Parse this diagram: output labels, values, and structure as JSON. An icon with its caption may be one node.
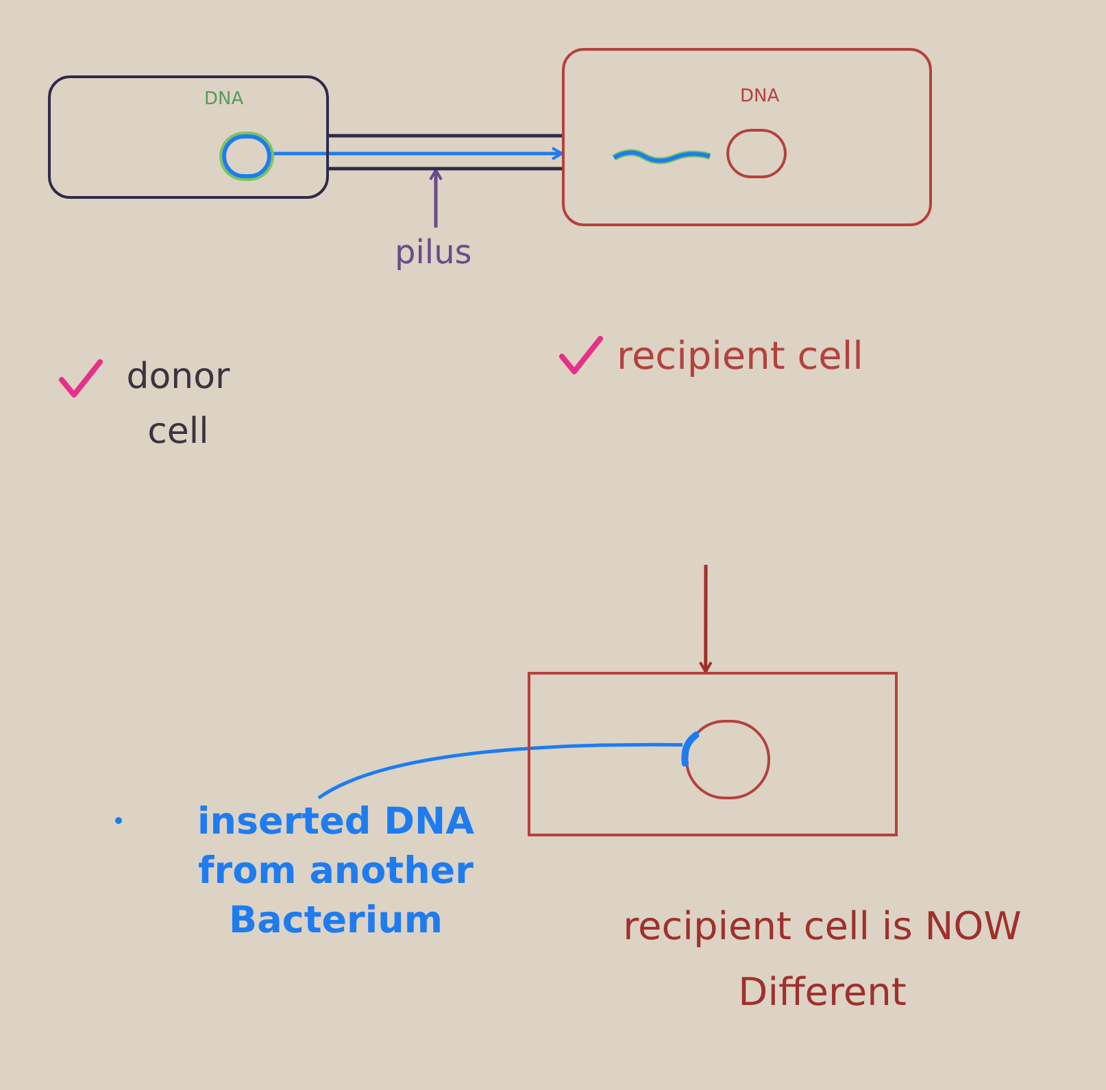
{
  "diagram": {
    "nodes": [
      {
        "text": [
          "DNA"
        ]
      },
      {
        "text": [],
        "shape": "circle",
        "in": 0
      },
      {
        "text": [
          "DNA"
        ]
      },
      {
        "text": [],
        "shape": "circle",
        "in": 2
      },
      {
        "text": [
          "pilus"
        ]
      },
      {
        "text": [],
        "shape": "box",
        "beside": [
          "recipient cell is NOW Different"
        ]
      },
      {
        "text": [],
        "shape": "circle",
        "in": 5
      },
      {
        "text": [
          "inserted DNA from another Bacterium"
        ]
      }
    ],
    "edges": [
      {
        "from": 1,
        "to": 2,
        "arrow": "to",
        "color": "#1e7cf0"
      },
      {
        "from": 4,
        "to": null,
        "arrow": "to",
        "color": "#6b4a8c"
      },
      {
        "from": null,
        "to": 5,
        "arrow": "to",
        "color": "#a0302c"
      },
      {
        "from": 7,
        "to": 6,
        "arrow": "none",
        "color": "#1e7cf0"
      },
      {
        "from": 0,
        "to": 2,
        "arrow": "none",
        "color": "#2e2a4a"
      },
      {
        "from": 0,
        "to": 2,
        "arrow": "none",
        "color": "#2e2a4a"
      }
    ],
    "labels": [
      "donor cell",
      "recipient cell"
    ]
  }
}
